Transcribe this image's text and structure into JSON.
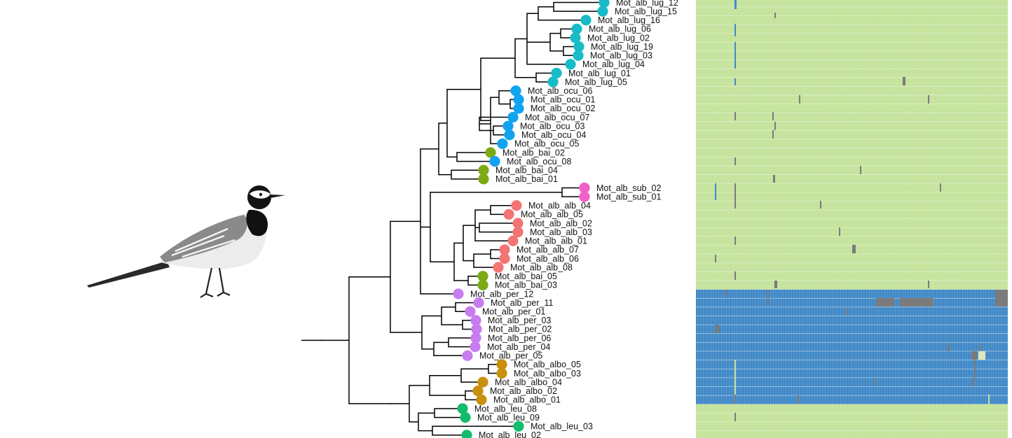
{
  "figure": {
    "illustration": "white wagtail (Motacilla alba) bird illustration",
    "colors": {
      "lug": "#17bcc6",
      "ocu": "#12a3f0",
      "bai": "#7caa15",
      "sub": "#f25fc8",
      "alb": "#f47474",
      "per": "#c77cf0",
      "albo": "#c8900d",
      "leu": "#12bc6e",
      "heat_green": "#c4e39b",
      "heat_blue": "#4189c7",
      "heat_grey": "#7b7b7b",
      "branch": "#000000"
    }
  },
  "tips": [
    {
      "label": "Mot_alb_lug_12",
      "group": "lug"
    },
    {
      "label": "Mot_alb_lug_15",
      "group": "lug"
    },
    {
      "label": "Mot_alb_lug_16",
      "group": "lug"
    },
    {
      "label": "Mot_alb_lug_06",
      "group": "lug"
    },
    {
      "label": "Mot_alb_lug_02",
      "group": "lug"
    },
    {
      "label": "Mot_alb_lug_19",
      "group": "lug"
    },
    {
      "label": "Mot_alb_lug_03",
      "group": "lug"
    },
    {
      "label": "Mot_alb_lug_04",
      "group": "lug"
    },
    {
      "label": "Mot_alb_lug_01",
      "group": "lug"
    },
    {
      "label": "Mot_alb_lug_05",
      "group": "lug"
    },
    {
      "label": "Mot_alb_ocu_06",
      "group": "ocu"
    },
    {
      "label": "Mot_alb_ocu_01",
      "group": "ocu"
    },
    {
      "label": "Mot_alb_ocu_02",
      "group": "ocu"
    },
    {
      "label": "Mot_alb_ocu_07",
      "group": "ocu"
    },
    {
      "label": "Mot_alb_ocu_03",
      "group": "ocu"
    },
    {
      "label": "Mot_alb_ocu_04",
      "group": "ocu"
    },
    {
      "label": "Mot_alb_ocu_05",
      "group": "ocu"
    },
    {
      "label": "Mot_alb_bai_02",
      "group": "bai"
    },
    {
      "label": "Mot_alb_ocu_08",
      "group": "ocu"
    },
    {
      "label": "Mot_alb_bai_04",
      "group": "bai"
    },
    {
      "label": "Mot_alb_bai_01",
      "group": "bai"
    },
    {
      "label": "Mot_alb_sub_02",
      "group": "sub"
    },
    {
      "label": "Mot_alb_sub_01",
      "group": "sub"
    },
    {
      "label": "Mot_alb_alb_04",
      "group": "alb"
    },
    {
      "label": "Mot_alb_alb_05",
      "group": "alb"
    },
    {
      "label": "Mot_alb_alb_02",
      "group": "alb"
    },
    {
      "label": "Mot_alb_alb_03",
      "group": "alb"
    },
    {
      "label": "Mot_alb_alb_01",
      "group": "alb"
    },
    {
      "label": "Mot_alb_alb_07",
      "group": "alb"
    },
    {
      "label": "Mot_alb_alb_06",
      "group": "alb"
    },
    {
      "label": "Mot_alb_alb_08",
      "group": "alb"
    },
    {
      "label": "Mot_alb_bai_05",
      "group": "bai"
    },
    {
      "label": "Mot_alb_bai_03",
      "group": "bai"
    },
    {
      "label": "Mot_alb_per_12",
      "group": "per"
    },
    {
      "label": "Mot_alb_per_11",
      "group": "per"
    },
    {
      "label": "Mot_alb_per_01",
      "group": "per"
    },
    {
      "label": "Mot_alb_per_03",
      "group": "per"
    },
    {
      "label": "Mot_alb_per_02",
      "group": "per"
    },
    {
      "label": "Mot_alb_per_06",
      "group": "per"
    },
    {
      "label": "Mot_alb_per_04",
      "group": "per"
    },
    {
      "label": "Mot_alb_per_05",
      "group": "per"
    },
    {
      "label": "Mot_alb_albo_05",
      "group": "albo"
    },
    {
      "label": "Mot_alb_albo_03",
      "group": "albo"
    },
    {
      "label": "Mot_alb_albo_04",
      "group": "albo"
    },
    {
      "label": "Mot_alb_albo_02",
      "group": "albo"
    },
    {
      "label": "Mot_alb_albo_01",
      "group": "albo"
    },
    {
      "label": "Mot_alb_leu_08",
      "group": "leu"
    },
    {
      "label": "Mot_alb_leu_09",
      "group": "leu"
    },
    {
      "label": "Mot_alb_leu_03",
      "group": "leu"
    },
    {
      "label": "Mot_alb_leu_02",
      "group": "leu"
    }
  ],
  "heatmap": {
    "blue_rows": [
      "Mot_alb_per_12",
      "Mot_alb_per_11",
      "Mot_alb_per_01",
      "Mot_alb_per_03",
      "Mot_alb_per_02",
      "Mot_alb_per_06",
      "Mot_alb_per_04",
      "Mot_alb_per_05",
      "Mot_alb_albo_05",
      "Mot_alb_albo_03",
      "Mot_alb_albo_04",
      "Mot_alb_albo_02",
      "Mot_alb_albo_01"
    ]
  }
}
